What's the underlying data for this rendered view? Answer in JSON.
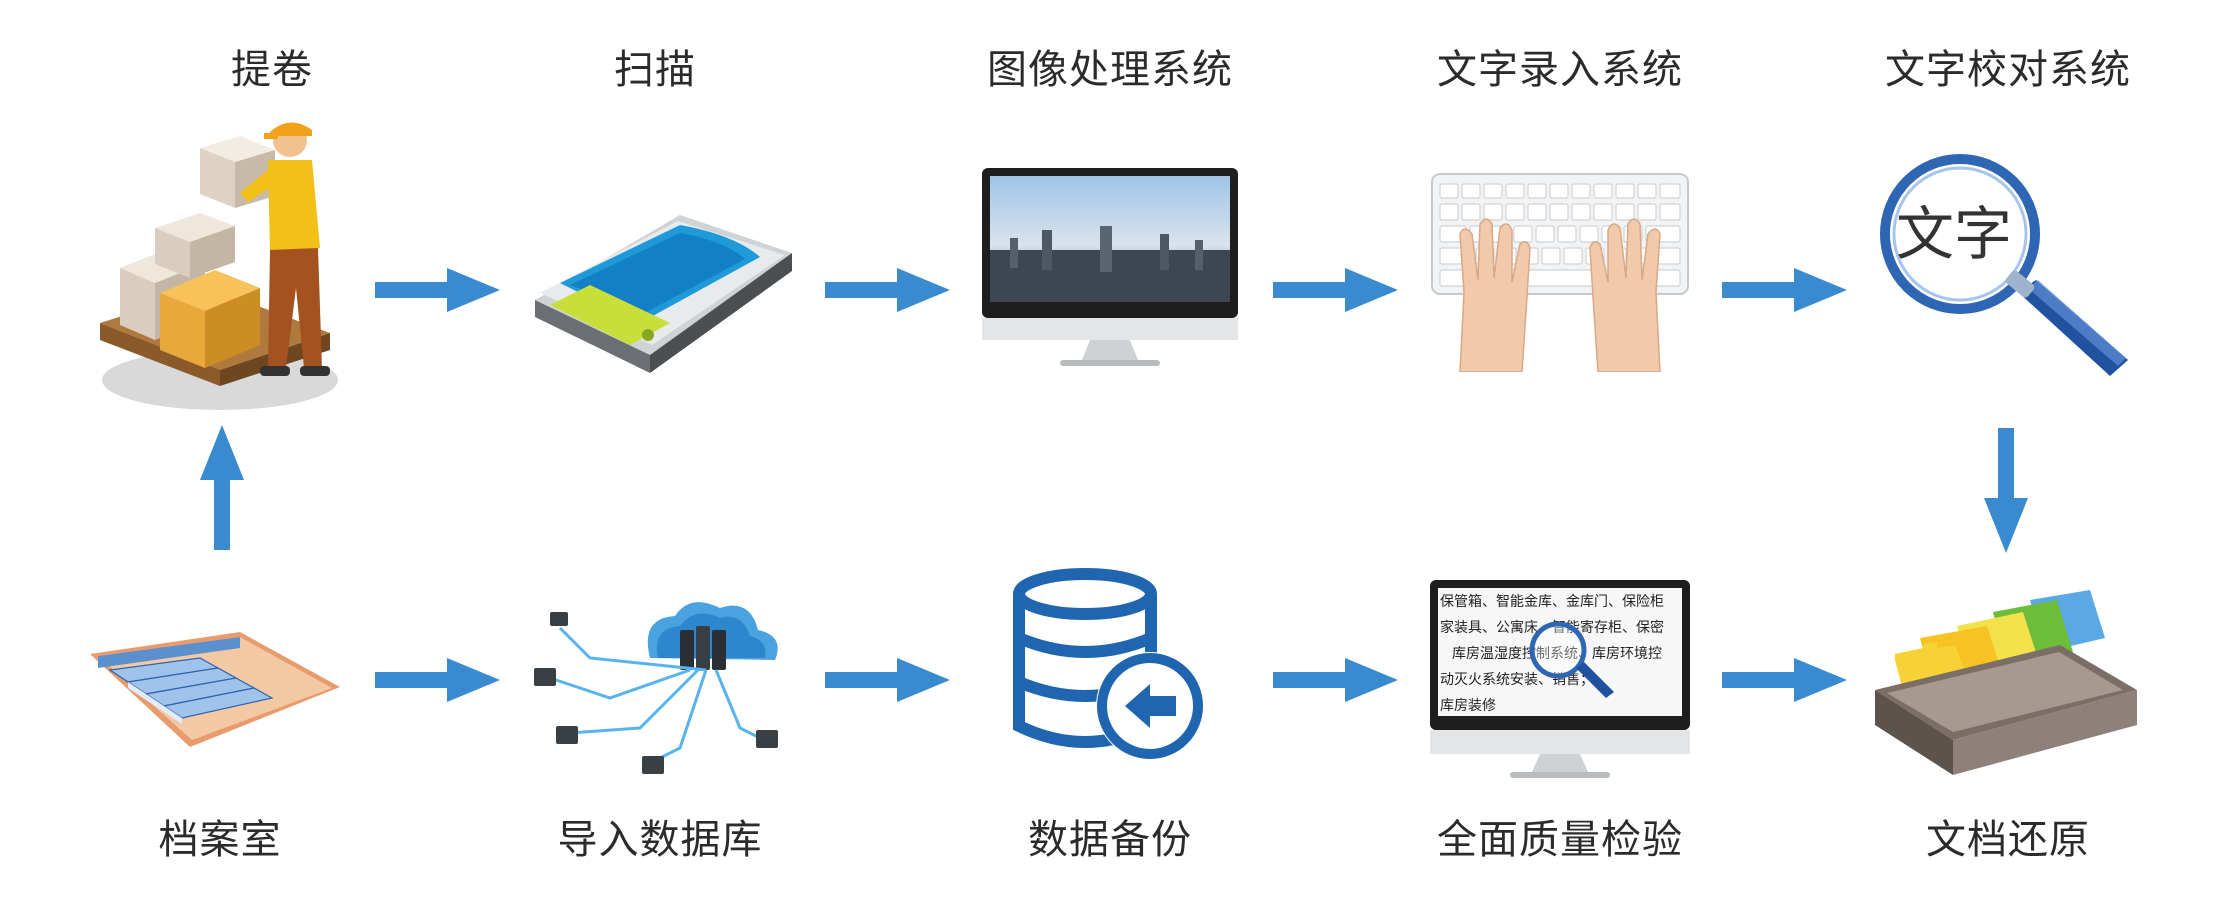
{
  "steps_top": [
    {
      "id": "step-1",
      "label": "提卷",
      "icon": "worker-with-boxes-icon"
    },
    {
      "id": "step-2",
      "label": "扫描",
      "icon": "scanner-icon"
    },
    {
      "id": "step-3",
      "label": "图像处理系统",
      "icon": "monitor-icon"
    },
    {
      "id": "step-4",
      "label": "文字录入系统",
      "icon": "keyboard-typing-icon"
    },
    {
      "id": "step-5",
      "label": "文字校对系统",
      "icon": "magnifier-icon"
    }
  ],
  "steps_bottom": [
    {
      "id": "step-10",
      "label": "档案室",
      "icon": "archive-room-icon"
    },
    {
      "id": "step-9",
      "label": "导入数据库",
      "icon": "network-cloud-icon"
    },
    {
      "id": "step-8",
      "label": "数据备份",
      "icon": "database-backup-icon"
    },
    {
      "id": "step-7",
      "label": "全面质量检验",
      "icon": "quality-check-monitor-icon"
    },
    {
      "id": "step-6",
      "label": "文档还原",
      "icon": "file-drawer-icon"
    }
  ],
  "magnifier_text": "文字",
  "screen_lines": [
    "保管箱、智能金库、金库门、保险柜",
    "家装具、公寓床、智能寄存柜、保密",
    "库房温湿度控制系统、库房环境控",
    "动灭火系统安装、销售；",
    "库房装修"
  ],
  "colors": {
    "arrow": "#3a8ad0",
    "text": "#2b2b2b",
    "db_blue": "#1f65b0"
  }
}
